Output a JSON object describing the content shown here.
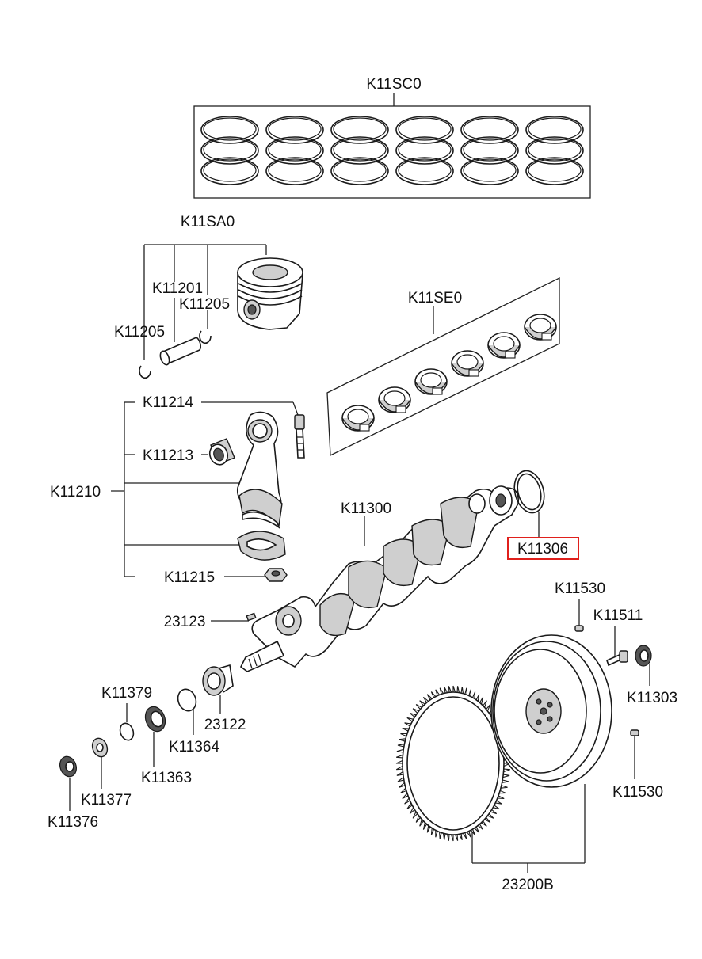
{
  "labels": {
    "k11sc0": "K11SC0",
    "k11sa0": "K11SA0",
    "k11201": "K11201",
    "k11205_a": "K11205",
    "k11205_b": "K11205",
    "k11se0": "K11SE0",
    "k11214": "K11214",
    "k11213": "K11213",
    "k11210": "K11210",
    "k11300": "K11300",
    "k11306": "K11306",
    "k11215": "K11215",
    "k11530_top": "K11530",
    "k11511": "K11511",
    "k11303": "K11303",
    "k23123": "23123",
    "k11379": "K11379",
    "k23122": "23122",
    "k11364": "K11364",
    "k11363": "K11363",
    "k11377": "K11377",
    "k11376": "K11376",
    "k11530_bottom": "K11530",
    "k23200b": "23200B"
  },
  "highlight_color": "#e0201c"
}
